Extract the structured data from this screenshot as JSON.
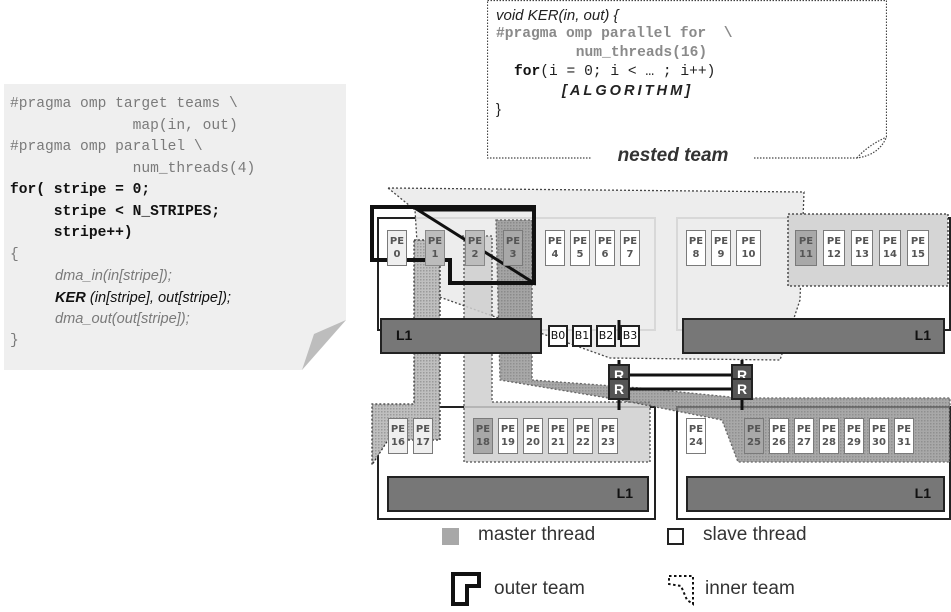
{
  "left_code": {
    "line1": "#pragma omp target teams \\",
    "line2": "              map(in, out)",
    "line3": "#pragma omp parallel \\",
    "line4": "              num_threads(4)",
    "line5": "for( stripe = 0;",
    "line6": "     stripe < N_STRIPES;",
    "line7": "     stripe++)",
    "line8": "{",
    "line9": "dma_in(in[stripe]);",
    "line10_bold": "KER",
    "line10_rest": " (in[stripe], out[stripe]);",
    "line11": "dma_out(out[stripe]);",
    "line12": "}"
  },
  "top_code": {
    "line1": "void KER(in, out) {",
    "line2": "#pragma omp parallel for  \\",
    "line3": "     num_threads(16)",
    "line4_kw": "for",
    "line4_rest": "(i = 0; i < … ; i++)",
    "line5": "[ALGORITHM]",
    "line6": "}",
    "label": "nested team"
  },
  "pe_label": "PE",
  "pes_top_left": [
    "0",
    "1",
    "2",
    "3",
    "4",
    "5",
    "6",
    "7"
  ],
  "pes_top_right": [
    "8",
    "9",
    "10",
    "11",
    "12",
    "13",
    "14",
    "15"
  ],
  "pes_bottom_left": [
    "16",
    "17",
    "18",
    "19",
    "20",
    "21",
    "22",
    "23"
  ],
  "pes_bottom_right": [
    "24",
    "25",
    "26",
    "27",
    "28",
    "29",
    "30",
    "31"
  ],
  "l1_label": "L1",
  "banks": [
    "B0",
    "B1",
    "B2",
    "B3"
  ],
  "router_label": "R",
  "legend": {
    "master": "master thread",
    "slave": "slave thread",
    "outer": "outer team",
    "inner": "inner team"
  },
  "colors": {
    "master": "#a8a8a8",
    "slave": "#ffffff",
    "l1": "#777777",
    "router": "#555555"
  }
}
